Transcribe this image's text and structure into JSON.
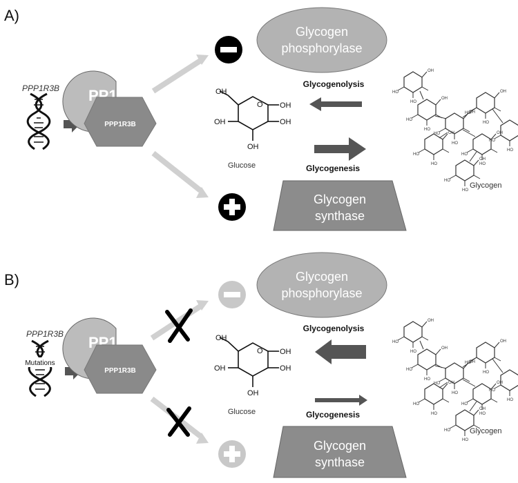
{
  "panels": [
    {
      "id": "A",
      "label": "A)",
      "gene": "PPP1R3B",
      "gene_note": "",
      "pp1": "PP1",
      "regulatory_subunit": "PPP1R3B",
      "phosphorylase": [
        "Glycogen",
        "phosphorylase"
      ],
      "synthase": [
        "Glycogen",
        "synthase"
      ],
      "glycogenolysis": "Glycogenolysis",
      "glycogenesis": "Glycogenesis",
      "glucose": "Glucose",
      "glycogen": "Glycogen",
      "inhibit_symbol": "−",
      "activate_symbol": "+",
      "glucose_groups": {
        "oh1": "OH",
        "oh2": "OH",
        "oh3": "OH",
        "oh4": "OH",
        "oh5": "OH"
      }
    },
    {
      "id": "B",
      "label": "B)",
      "gene": "PPP1R3B",
      "gene_note": "Mutations",
      "pp1": "PP1",
      "regulatory_subunit": "PPP1R3B",
      "phosphorylase": [
        "Glycogen",
        "phosphorylase"
      ],
      "synthase": [
        "Glycogen",
        "synthase"
      ],
      "glycogenolysis": "Glycogenolysis",
      "glycogenesis": "Glycogenesis",
      "glucose": "Glucose",
      "glycogen": "Glycogen",
      "inhibit_symbol": "−",
      "activate_symbol": "+",
      "glucose_groups": {
        "oh1": "OH",
        "oh2": "OH",
        "oh3": "OH",
        "oh4": "OH",
        "oh5": "OH"
      }
    }
  ],
  "colors": {
    "enzyme_fill": "#b3b3b3",
    "synthase_fill": "#8c8c8c",
    "hexagon_fill": "#8a8a8a",
    "pp1_fill": "#bcbcbc",
    "arrow_dark": "#555555",
    "arrow_light": "#d0d0d0",
    "symbol_active": "#000000",
    "symbol_disabled": "#c8c8c8"
  }
}
